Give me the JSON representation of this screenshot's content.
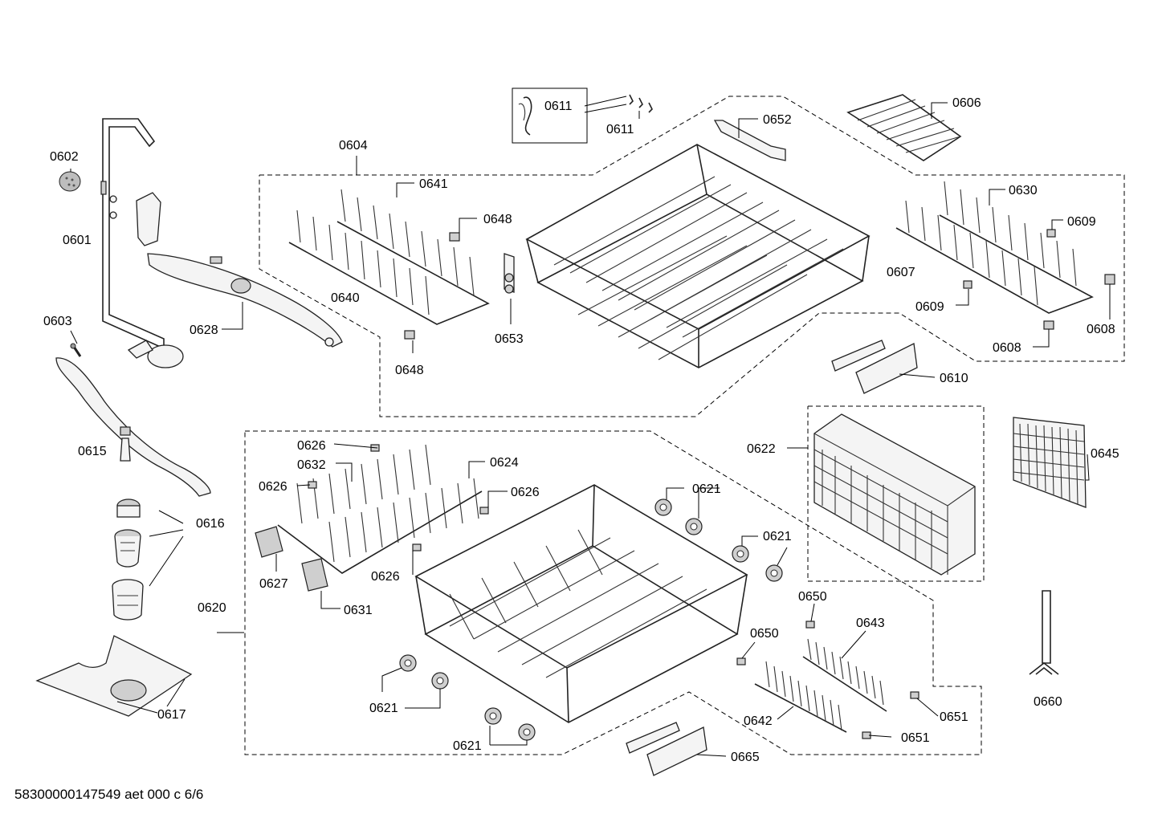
{
  "document_id": "58300000147549 aet 000 c 6/6",
  "labels": {
    "p0602": "0602",
    "p0601": "0601",
    "p0603": "0603",
    "p0615": "0615",
    "p0616": "0616",
    "p0617": "0617",
    "p0628": "0628",
    "p0604": "0604",
    "p0641": "0641",
    "p0648a": "0648",
    "p0640": "0640",
    "p0648b": "0648",
    "p0653": "0653",
    "p0611a": "0611",
    "p0611b": "0611",
    "p0652": "0652",
    "p0606": "0606",
    "p0630": "0630",
    "p0609a": "0609",
    "p0607": "0607",
    "p0609b": "0609",
    "p0608a": "0608",
    "p0608b": "0608",
    "p0610": "0610",
    "p0622": "0622",
    "p0645": "0645",
    "p0626a": "0626",
    "p0632": "0632",
    "p0624": "0624",
    "p0626b": "0626",
    "p0626c": "0626",
    "p0627": "0627",
    "p0626d": "0626",
    "p0631": "0631",
    "p0620": "0620",
    "p0621a": "0621",
    "p0621b": "0621",
    "p0621c": "0621",
    "p0621d": "0621",
    "p0650a": "0650",
    "p0650b": "0650",
    "p0643": "0643",
    "p0642": "0642",
    "p0651a": "0651",
    "p0651b": "0651",
    "p0665": "0665",
    "p0660": "0660"
  }
}
